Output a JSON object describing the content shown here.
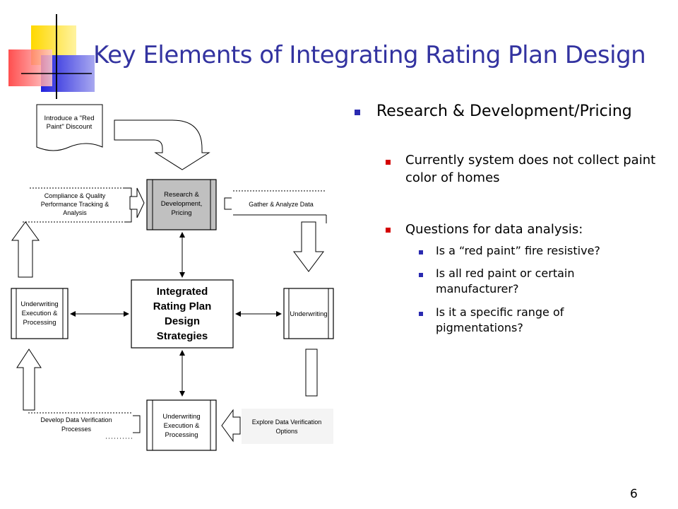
{
  "slide": {
    "title": "Key Elements of Integrating Rating Plan Design",
    "page_number": "6"
  },
  "bullets": {
    "level1": "Research & Development/Pricing",
    "level2": [
      "Currently system does not collect paint color of homes",
      "Questions for data analysis:"
    ],
    "level3": [
      "Is a “red paint” fire resistive?",
      "Is all red paint or certain manufacturer?",
      "Is it a specific range of pigmentations?"
    ]
  },
  "diagram": {
    "doc_line1": "Introduce a \"Red",
    "doc_line2": "Paint\" Discount",
    "rd_line1": "Research &",
    "rd_line2": "Development,",
    "rd_line3": "Pricing",
    "center_line1": "Integrated",
    "center_line2": "Rating Plan",
    "center_line3": "Design",
    "center_line4": "Strategies",
    "left_box_line1": "Underwriting",
    "left_box_line2": "Execution &",
    "left_box_line3": "Processing",
    "right_box": "Underwriting",
    "bottom_box_line1": "Underwriting",
    "bottom_box_line2": "Execution &",
    "bottom_box_line3": "Processing",
    "compliance_line1": "Compliance & Quality",
    "compliance_line2": "Performance Tracking &",
    "compliance_line3": "Analysis",
    "gather": "Gather & Analyze Data",
    "develop_line1": "Develop Data Verification",
    "develop_line2": "Processes",
    "explore_line1": "Explore Data Verification",
    "explore_line2": "Options",
    "colors": {
      "box_fill_gray": "#c0c0c0",
      "title_color": "#3333a0"
    }
  }
}
